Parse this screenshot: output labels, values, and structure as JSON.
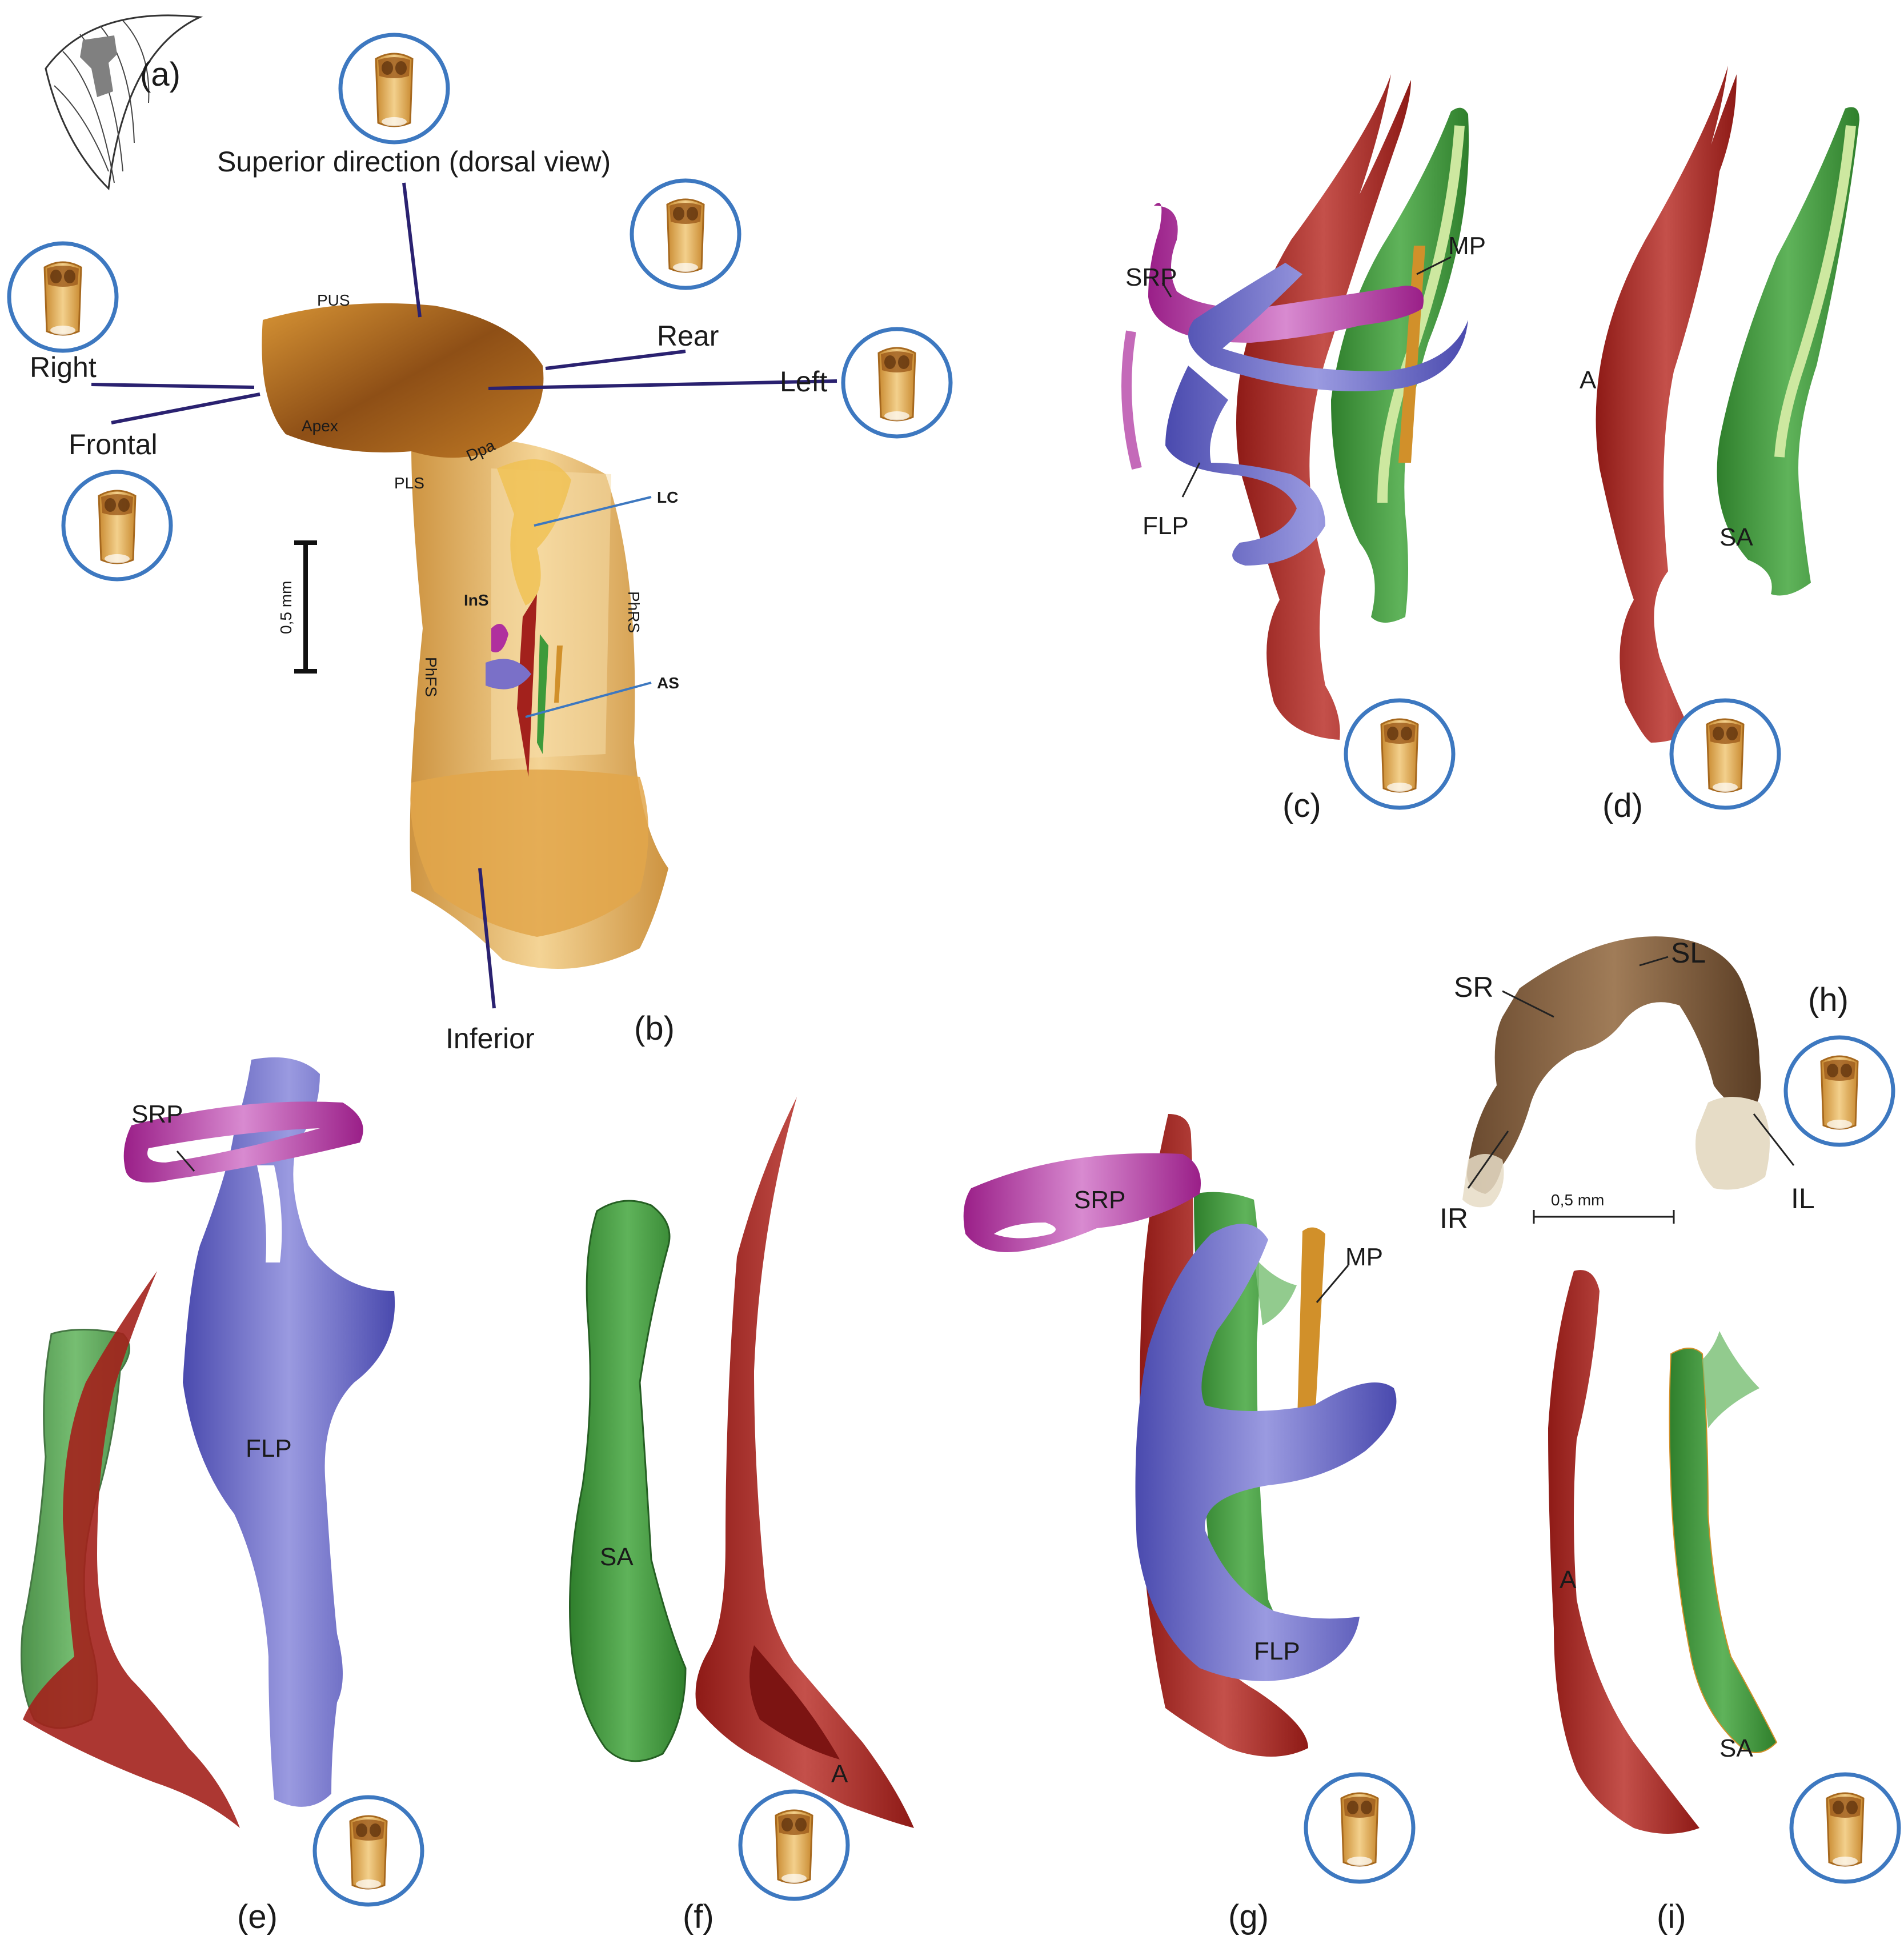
{
  "panels": {
    "a": "(a)",
    "b": "(b)",
    "c": "(c)",
    "d": "(d)",
    "e": "(e)",
    "f": "(f)",
    "g": "(g)",
    "h": "(h)",
    "i": "(i)"
  },
  "directions": {
    "superior": "Superior direction (dorsal view)",
    "right": "Right",
    "frontal": "Frontal",
    "rear": "Rear",
    "left": "Left",
    "inferior": "Inferior"
  },
  "regions": {
    "pus": "PUS",
    "apex": "Apex",
    "pls": "PLS",
    "dpa": "Dpa",
    "lc": "LC",
    "ins": "InS",
    "phrs": "PhRS",
    "phfs": "PhFS",
    "as": "AS"
  },
  "scale_bar_b": "0,5 mm",
  "scale_bar_h": "0,5 mm",
  "structures": {
    "srp": "SRP",
    "mp": "MP",
    "flp": "FLP",
    "a": "A",
    "sa": "SA"
  },
  "panel_h": {
    "sl": "SL",
    "sr": "SR",
    "ir": "IR",
    "il": "IL"
  },
  "colors": {
    "red": "#a3211c",
    "green": "#3e9a3a",
    "blue": "#5f5fc2",
    "purple": "#b0309e",
    "orange": "#d1902a",
    "specimen": "#dca040",
    "ring": "#3d78c0"
  },
  "icons": "specimen-thumbnail-icon"
}
